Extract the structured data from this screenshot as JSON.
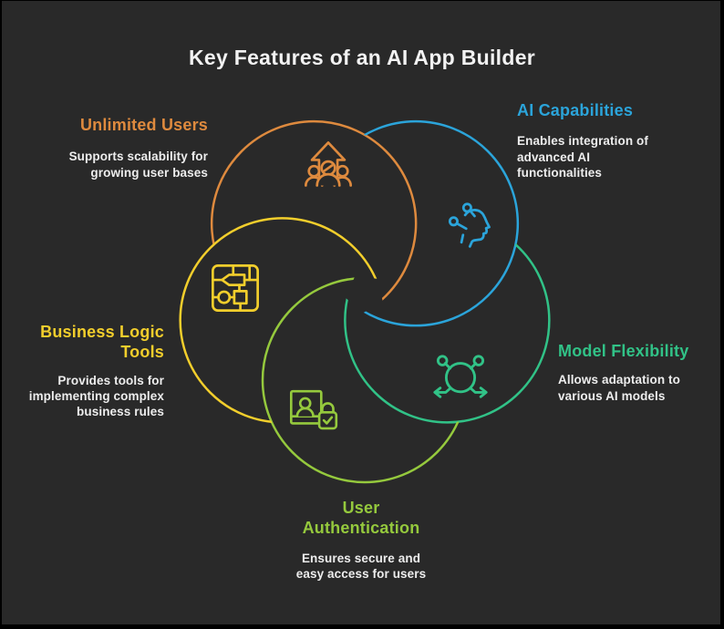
{
  "title": "Key Features of an AI App Builder",
  "canvas": {
    "background": "#292929",
    "title_color": "#F2F2F2",
    "body_text_color": "#EDEDED"
  },
  "features": [
    {
      "id": "unlimited-users",
      "label": "Unlimited Users",
      "description": "Supports scalability for\ngrowing user bases",
      "color": "#DE8A3E",
      "icon": "users-growth-icon"
    },
    {
      "id": "ai-capabilities",
      "label": "AI Capabilities",
      "description": "Enables integration of\nadvanced AI\nfunctionalities",
      "color": "#2BA4DA",
      "icon": "ai-head-icon"
    },
    {
      "id": "model-flexibility",
      "label": "Model Flexibility",
      "description": "Allows adaptation to\nvarious AI models",
      "color": "#31C287",
      "icon": "network-flex-icon"
    },
    {
      "id": "user-authentication",
      "label": "User\nAuthentication",
      "description": "Ensures secure and\neasy access for users",
      "color": "#95C93D",
      "icon": "id-card-lock-icon"
    },
    {
      "id": "business-logic-tools",
      "label": "Business Logic\nTools",
      "description": "Provides tools for\nimplementing complex\nbusiness rules",
      "color": "#F2CE2C",
      "icon": "flowchart-chip-icon"
    }
  ]
}
